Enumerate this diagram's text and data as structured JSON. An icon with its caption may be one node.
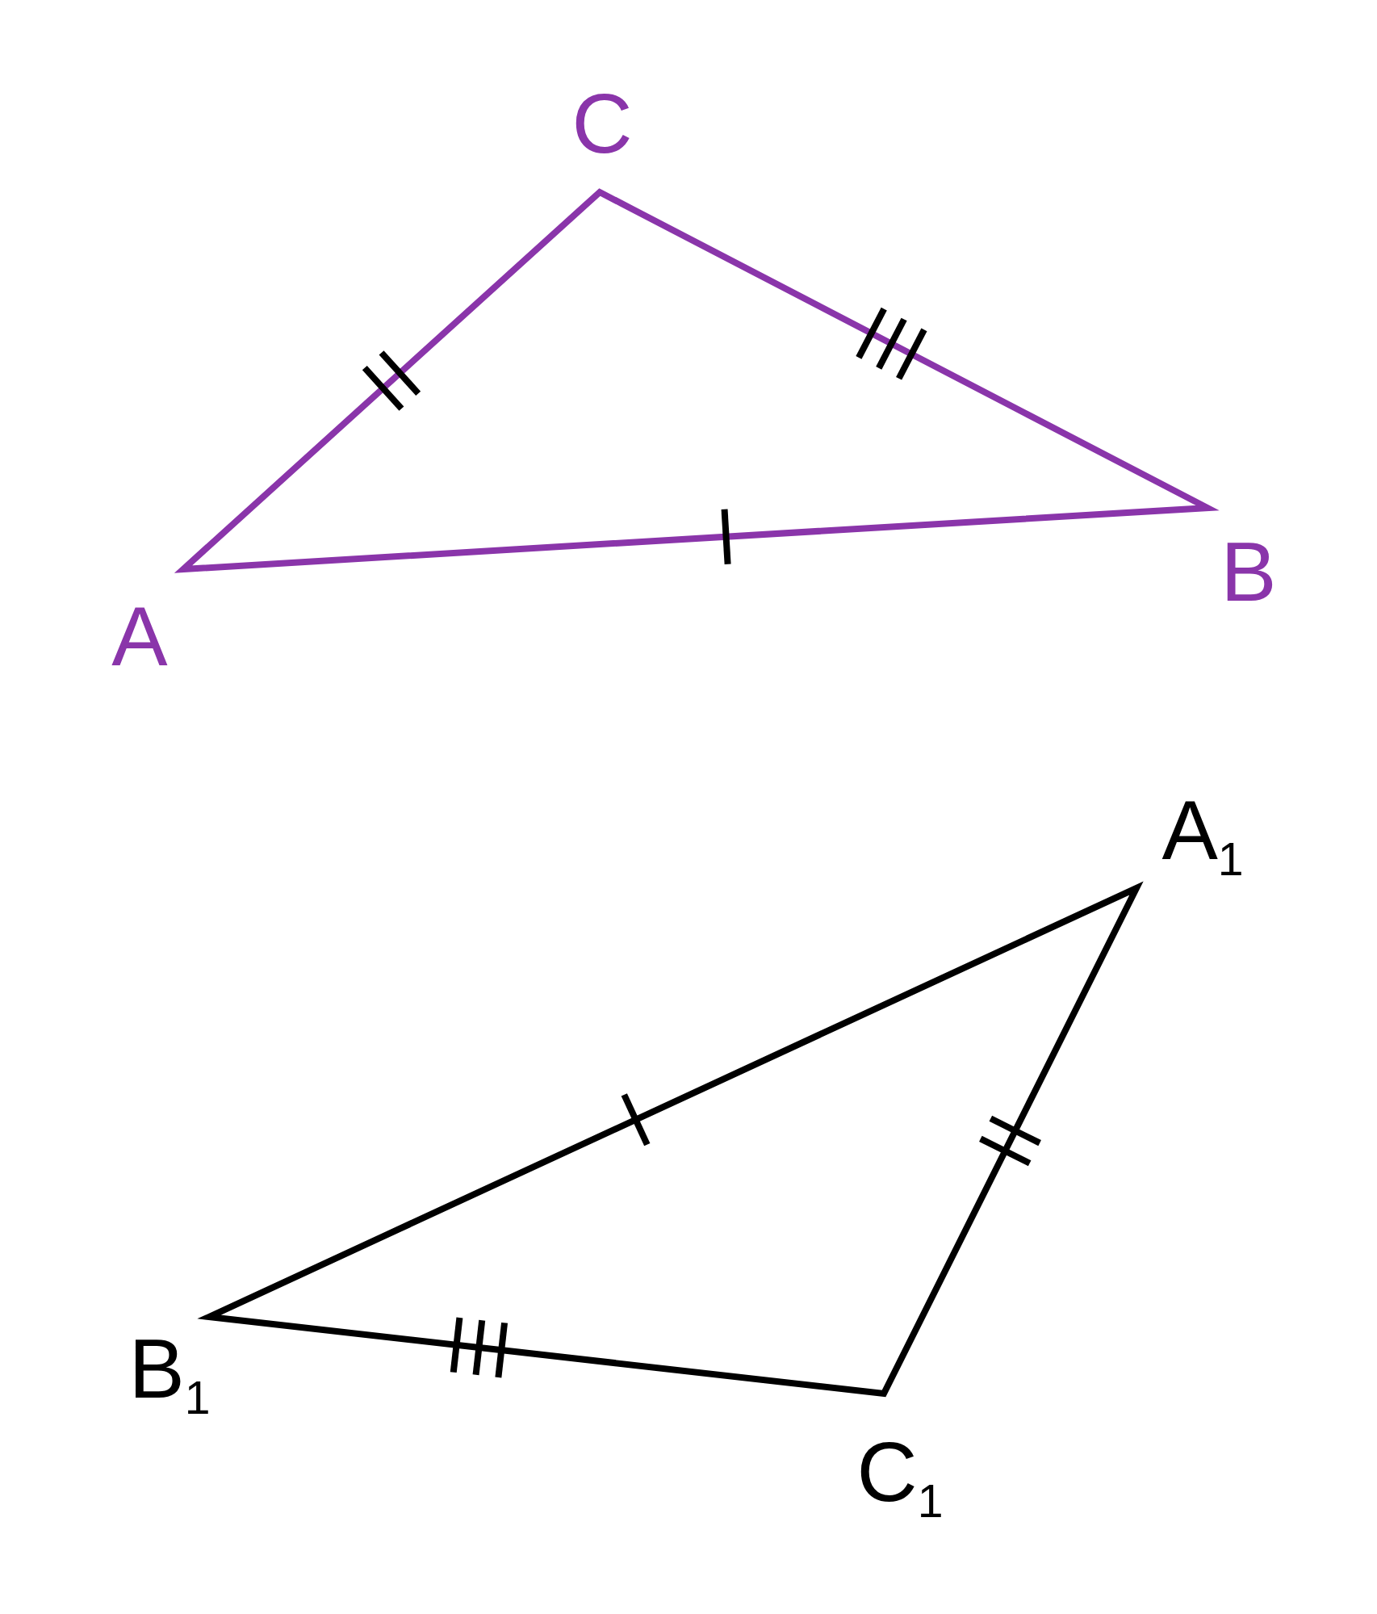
{
  "diagram": {
    "labels": [
      "C",
      "B",
      "A",
      "A$_{1}$",
      "B$_{1}$",
      "C$_{1}$"
    ]
  }
}
